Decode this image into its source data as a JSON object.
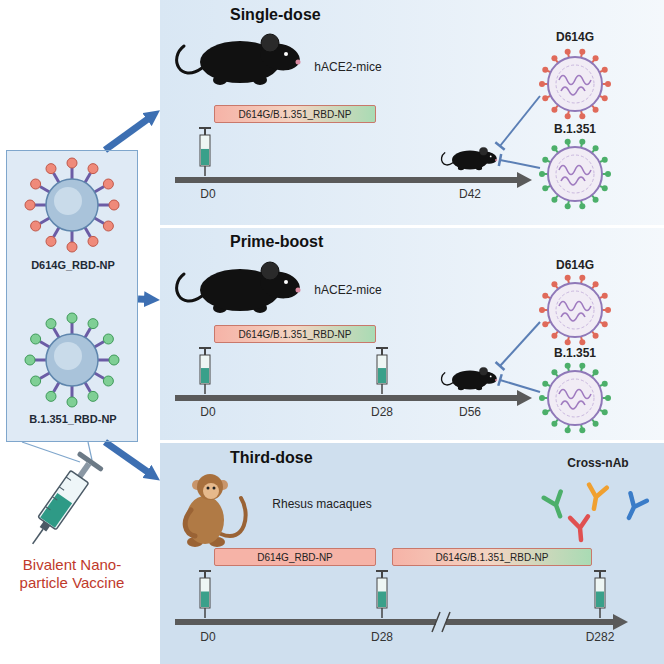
{
  "diagram": {
    "nodes": [
      {
        "text": [
          "D614G_RBD-NP",
          "B.1.351_RBD-NP"
        ]
      },
      {
        "text": [
          "Single-dose"
        ]
      },
      {
        "text": [
          "D614G/B.1.351_RBD-NP"
        ],
        "in": 1
      },
      {
        "text": [
          "Prime-boost"
        ]
      },
      {
        "text": [
          "D614G/B.1.351_RBD-NP"
        ],
        "in": 3
      },
      {
        "text": [
          "Third-dose"
        ]
      },
      {
        "text": [
          "D614G_RBD-NP"
        ],
        "in": 5
      },
      {
        "text": [
          "D614G/B.1.351_RBD-NP"
        ],
        "in": 5
      }
    ],
    "edges": [
      {
        "from": 0,
        "to": 1,
        "arrow": "to"
      },
      {
        "from": 0,
        "to": 3,
        "arrow": "to"
      },
      {
        "from": 0,
        "to": 5,
        "arrow": "to"
      }
    ],
    "labels": [
      "hACE2-mice",
      "D0",
      "D42",
      "D614G",
      "B.1.351",
      "hACE2-mice",
      "D0",
      "D28",
      "D56",
      "D614G",
      "B.1.351",
      "Rhesus macaques",
      "D0",
      "D28",
      "D282",
      "Cross-nAb",
      "Bivalent Nano- particle Vaccine"
    ]
  }
}
